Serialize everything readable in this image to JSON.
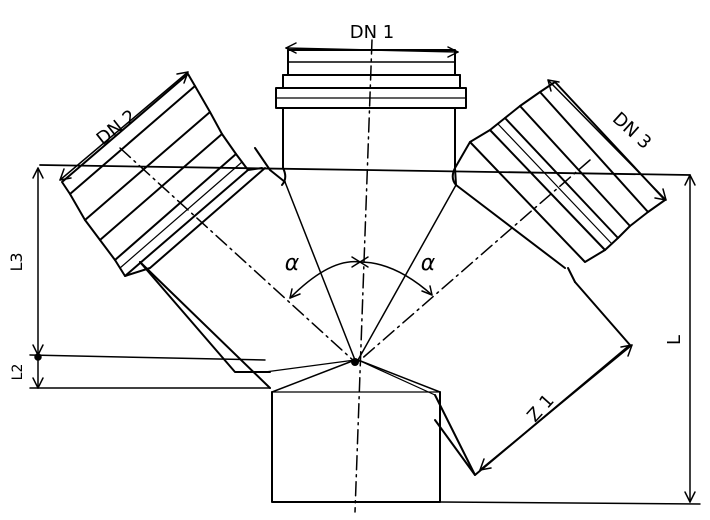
{
  "labels": {
    "dn1": "DN 1",
    "dn2": "DN 2",
    "dn3": "DN 3",
    "l3": "L3",
    "l2": "L2",
    "l": "L",
    "z1": "Z 1",
    "alpha_left": "α",
    "alpha_right": "α"
  },
  "colors": {
    "ink": "#000000",
    "paper": "#ffffff"
  }
}
